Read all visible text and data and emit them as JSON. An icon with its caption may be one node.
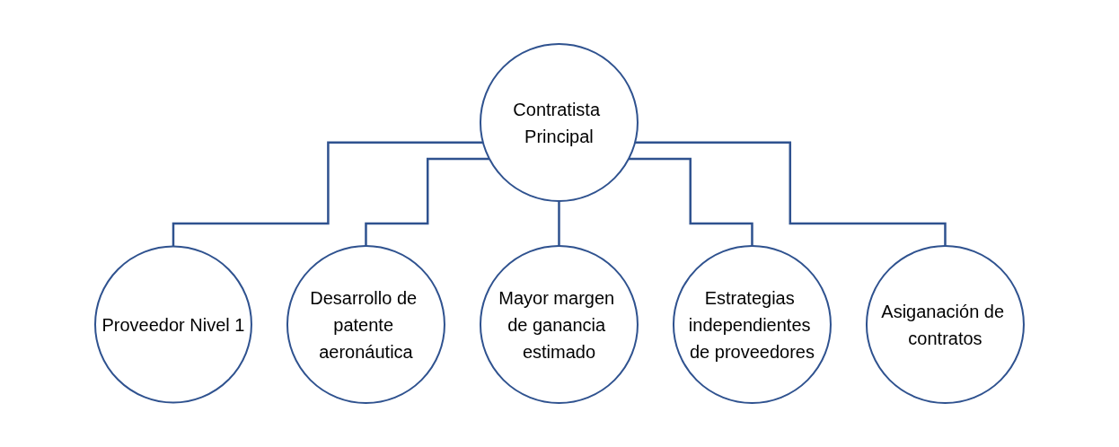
{
  "diagram": {
    "nodes": [
      {
        "text": [
          "Contratista Principal"
        ]
      },
      {
        "text": [
          "Proveedor Nivel 1"
        ]
      },
      {
        "text": [
          "Desarrollo de patente aeronáutica"
        ]
      },
      {
        "text": [
          "Mayor margen de ganancia estimado"
        ]
      },
      {
        "text": [
          "Estrategias independientes de proveedores"
        ]
      },
      {
        "text": [
          "Asiganación de contratos"
        ]
      }
    ],
    "edges": [
      {
        "from": 0,
        "to": 1,
        "arrow": "none"
      },
      {
        "from": 0,
        "to": 2,
        "arrow": "none"
      },
      {
        "from": 0,
        "to": 3,
        "arrow": "none"
      },
      {
        "from": 0,
        "to": 4,
        "arrow": "none"
      },
      {
        "from": 0,
        "to": 5,
        "arrow": "none"
      }
    ]
  }
}
